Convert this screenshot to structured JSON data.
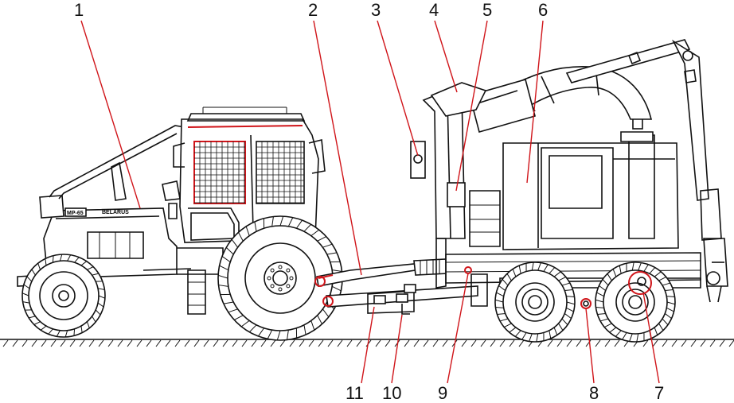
{
  "callouts": {
    "c1": "1",
    "c2": "2",
    "c3": "3",
    "c4": "4",
    "c5": "5",
    "c6": "6",
    "c7": "7",
    "c8": "8",
    "c9": "9",
    "c10": "10",
    "c11": "11"
  },
  "tractor": {
    "model_badge": "MP-65",
    "brand_badge": "BELARUS"
  },
  "colors": {
    "line": "#111111",
    "highlight": "#d0151a",
    "background": "#ffffff"
  }
}
